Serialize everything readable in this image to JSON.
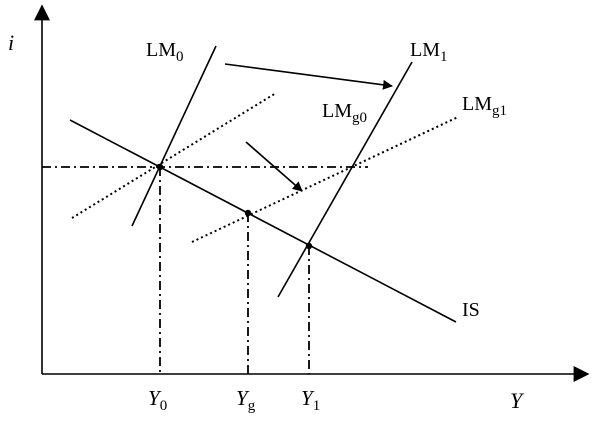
{
  "axes": {
    "y_label": "i",
    "x_label": "Y"
  },
  "curves": {
    "lm0": {
      "main": "LM",
      "sub": "0"
    },
    "lm1": {
      "main": "LM",
      "sub": "1"
    },
    "lmg0": {
      "main": "LM",
      "sub": "g0"
    },
    "lmg1": {
      "main": "LM",
      "sub": "g1"
    },
    "is": {
      "main": "IS"
    }
  },
  "ticks": {
    "y0": {
      "main": "Y",
      "sub": "0"
    },
    "yg": {
      "main": "Y",
      "sub": "g"
    },
    "y1": {
      "main": "Y",
      "sub": "1"
    }
  },
  "colors": {
    "ink": "#000000",
    "background": "#ffffff"
  }
}
